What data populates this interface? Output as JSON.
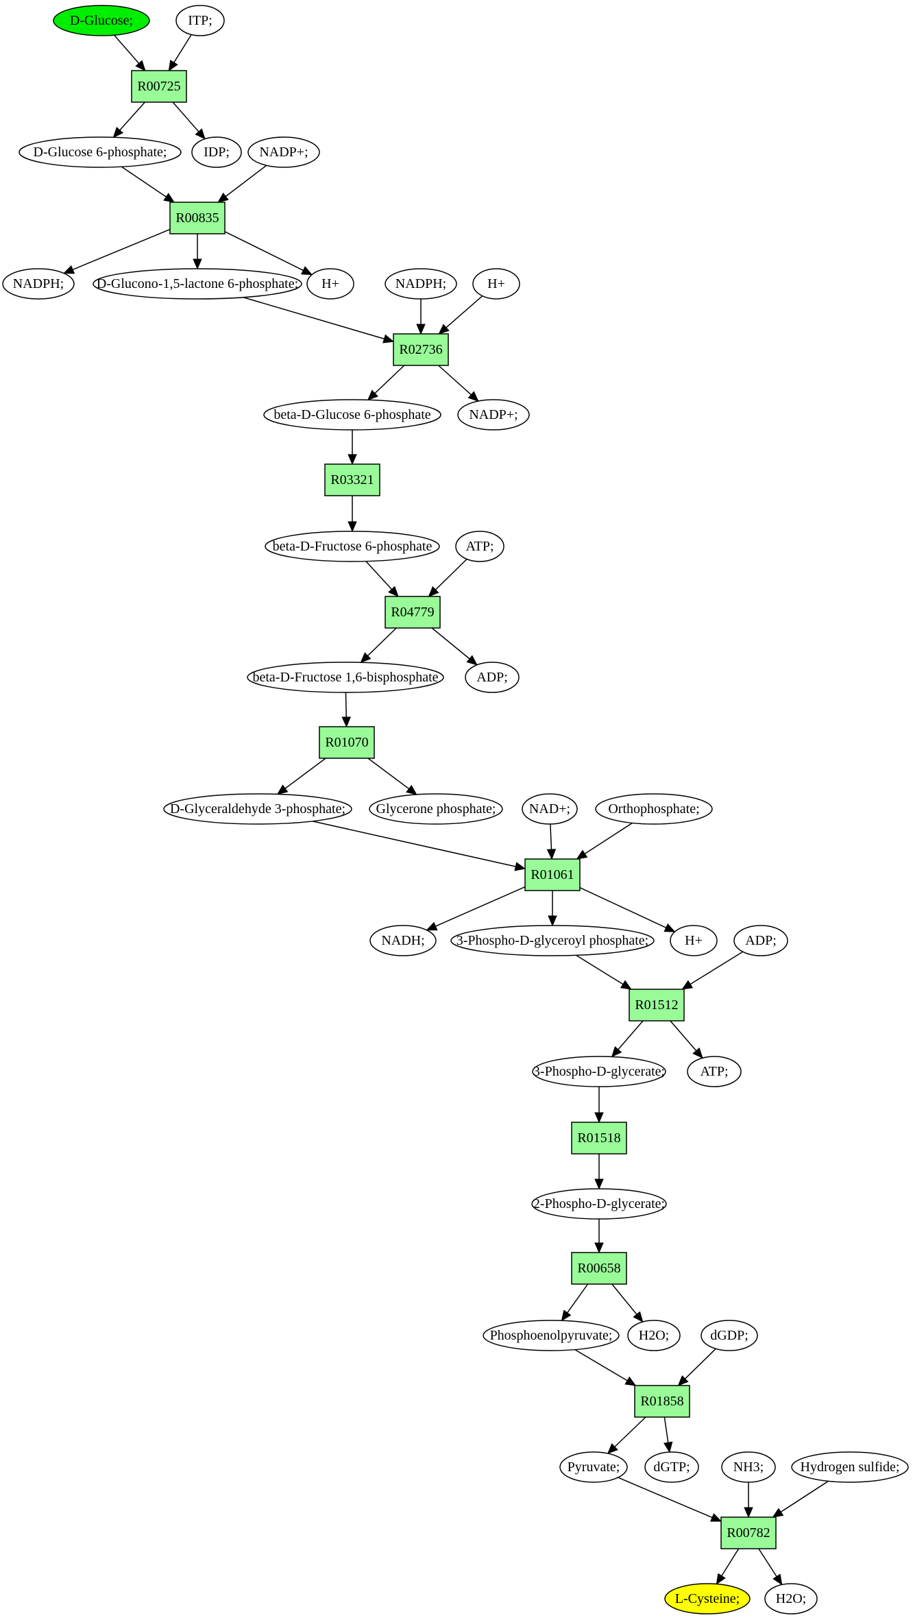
{
  "colors": {
    "reaction_fill": "#98fb98",
    "compound_fill": "#ffffff",
    "start_fill": "#00ee00",
    "end_fill": "#ffff00"
  },
  "nodes": [
    {
      "id": "glc",
      "kind": "compound",
      "role": "start",
      "label": "D-Glucose;"
    },
    {
      "id": "itp",
      "kind": "compound",
      "label": "ITP;"
    },
    {
      "id": "r00725",
      "kind": "reaction",
      "label": "R00725"
    },
    {
      "id": "g6p",
      "kind": "compound",
      "label": "D-Glucose 6-phosphate;"
    },
    {
      "id": "idp",
      "kind": "compound",
      "label": "IDP;"
    },
    {
      "id": "nadp1",
      "kind": "compound",
      "label": "NADP+;"
    },
    {
      "id": "r00835",
      "kind": "reaction",
      "label": "R00835"
    },
    {
      "id": "nadph1",
      "kind": "compound",
      "label": "NADPH;"
    },
    {
      "id": "glucono",
      "kind": "compound",
      "label": "D-Glucono-1,5-lactone 6-phosphate;"
    },
    {
      "id": "h1",
      "kind": "compound",
      "label": "H+"
    },
    {
      "id": "nadph2",
      "kind": "compound",
      "label": "NADPH;"
    },
    {
      "id": "h2",
      "kind": "compound",
      "label": "H+"
    },
    {
      "id": "r02736",
      "kind": "reaction",
      "label": "R02736"
    },
    {
      "id": "bg6p",
      "kind": "compound",
      "label": "beta-D-Glucose 6-phosphate"
    },
    {
      "id": "nadp2",
      "kind": "compound",
      "label": "NADP+;"
    },
    {
      "id": "r03321",
      "kind": "reaction",
      "label": "R03321"
    },
    {
      "id": "bf6p",
      "kind": "compound",
      "label": "beta-D-Fructose 6-phosphate"
    },
    {
      "id": "atp1",
      "kind": "compound",
      "label": "ATP;"
    },
    {
      "id": "r04779",
      "kind": "reaction",
      "label": "R04779"
    },
    {
      "id": "bfbp",
      "kind": "compound",
      "label": "beta-D-Fructose 1,6-bisphosphate"
    },
    {
      "id": "adp1",
      "kind": "compound",
      "label": "ADP;"
    },
    {
      "id": "r01070",
      "kind": "reaction",
      "label": "R01070"
    },
    {
      "id": "gap",
      "kind": "compound",
      "label": "D-Glyceraldehyde 3-phosphate;"
    },
    {
      "id": "dhap",
      "kind": "compound",
      "label": "Glycerone phosphate;"
    },
    {
      "id": "nad",
      "kind": "compound",
      "label": "NAD+;"
    },
    {
      "id": "pi",
      "kind": "compound",
      "label": "Orthophosphate;"
    },
    {
      "id": "r01061",
      "kind": "reaction",
      "label": "R01061"
    },
    {
      "id": "nadh",
      "kind": "compound",
      "label": "NADH;"
    },
    {
      "id": "bpg",
      "kind": "compound",
      "label": "3-Phospho-D-glyceroyl phosphate;"
    },
    {
      "id": "h3",
      "kind": "compound",
      "label": "H+"
    },
    {
      "id": "adp2",
      "kind": "compound",
      "label": "ADP;"
    },
    {
      "id": "r01512",
      "kind": "reaction",
      "label": "R01512"
    },
    {
      "id": "pg3",
      "kind": "compound",
      "label": "3-Phospho-D-glycerate;"
    },
    {
      "id": "atp2",
      "kind": "compound",
      "label": "ATP;"
    },
    {
      "id": "r01518",
      "kind": "reaction",
      "label": "R01518"
    },
    {
      "id": "pg2",
      "kind": "compound",
      "label": "2-Phospho-D-glycerate;"
    },
    {
      "id": "r00658",
      "kind": "reaction",
      "label": "R00658"
    },
    {
      "id": "pep",
      "kind": "compound",
      "label": "Phosphoenolpyruvate;"
    },
    {
      "id": "h2o1",
      "kind": "compound",
      "label": "H2O;"
    },
    {
      "id": "dgdp",
      "kind": "compound",
      "label": "dGDP;"
    },
    {
      "id": "r01858",
      "kind": "reaction",
      "label": "R01858"
    },
    {
      "id": "pyr",
      "kind": "compound",
      "label": "Pyruvate;"
    },
    {
      "id": "dgtp",
      "kind": "compound",
      "label": "dGTP;"
    },
    {
      "id": "nh3",
      "kind": "compound",
      "label": "NH3;"
    },
    {
      "id": "h2s",
      "kind": "compound",
      "label": "Hydrogen sulfide;"
    },
    {
      "id": "r00782",
      "kind": "reaction",
      "label": "R00782"
    },
    {
      "id": "cys",
      "kind": "compound",
      "role": "end",
      "label": "L-Cysteine;"
    },
    {
      "id": "h2o2",
      "kind": "compound",
      "label": "H2O;"
    }
  ],
  "edges": [
    [
      "glc",
      "r00725"
    ],
    [
      "itp",
      "r00725"
    ],
    [
      "r00725",
      "g6p"
    ],
    [
      "r00725",
      "idp"
    ],
    [
      "g6p",
      "r00835"
    ],
    [
      "nadp1",
      "r00835"
    ],
    [
      "r00835",
      "nadph1"
    ],
    [
      "r00835",
      "glucono"
    ],
    [
      "r00835",
      "h1"
    ],
    [
      "glucono",
      "r02736"
    ],
    [
      "nadph2",
      "r02736"
    ],
    [
      "h2",
      "r02736"
    ],
    [
      "r02736",
      "bg6p"
    ],
    [
      "r02736",
      "nadp2"
    ],
    [
      "bg6p",
      "r03321"
    ],
    [
      "r03321",
      "bf6p"
    ],
    [
      "bf6p",
      "r04779"
    ],
    [
      "atp1",
      "r04779"
    ],
    [
      "r04779",
      "bfbp"
    ],
    [
      "r04779",
      "adp1"
    ],
    [
      "bfbp",
      "r01070"
    ],
    [
      "r01070",
      "gap"
    ],
    [
      "r01070",
      "dhap"
    ],
    [
      "gap",
      "r01061"
    ],
    [
      "nad",
      "r01061"
    ],
    [
      "pi",
      "r01061"
    ],
    [
      "r01061",
      "nadh"
    ],
    [
      "r01061",
      "bpg"
    ],
    [
      "r01061",
      "h3"
    ],
    [
      "bpg",
      "r01512"
    ],
    [
      "adp2",
      "r01512"
    ],
    [
      "r01512",
      "pg3"
    ],
    [
      "r01512",
      "atp2"
    ],
    [
      "pg3",
      "r01518"
    ],
    [
      "r01518",
      "pg2"
    ],
    [
      "pg2",
      "r00658"
    ],
    [
      "r00658",
      "pep"
    ],
    [
      "r00658",
      "h2o1"
    ],
    [
      "pep",
      "r01858"
    ],
    [
      "dgdp",
      "r01858"
    ],
    [
      "r01858",
      "pyr"
    ],
    [
      "r01858",
      "dgtp"
    ],
    [
      "pyr",
      "r00782"
    ],
    [
      "nh3",
      "r00782"
    ],
    [
      "h2s",
      "r00782"
    ],
    [
      "r00782",
      "cys"
    ],
    [
      "r00782",
      "h2o2"
    ]
  ]
}
